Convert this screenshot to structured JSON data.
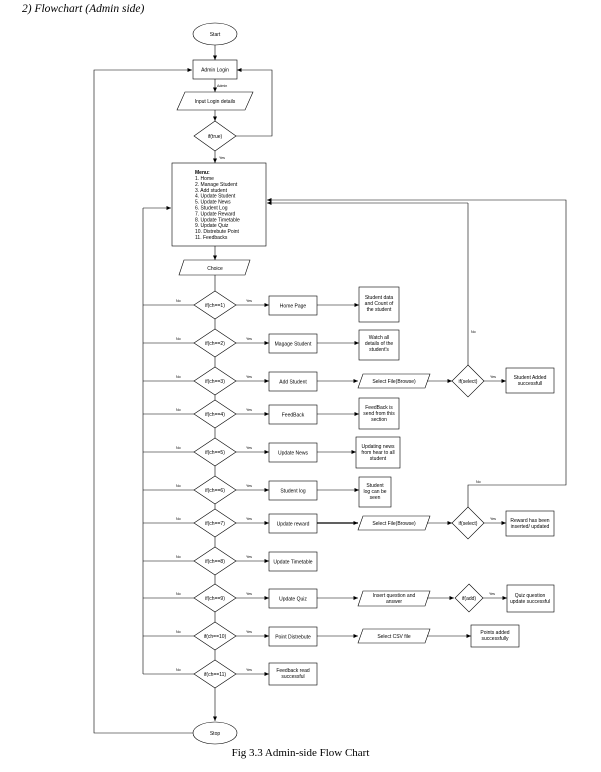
{
  "heading": "2)    Flowchart (Admin side)",
  "caption": "Fig 3.3 Admin-side Flow Chart",
  "start": "Start",
  "stop": "Stop",
  "admin_login": "Admin Login",
  "admin_edge": "Admin",
  "input_login": "Input Login details",
  "if_true": "if(true)",
  "yes": "Yes",
  "no": "No",
  "menu_title": "Menu:",
  "menu_items": [
    "1. Home",
    "2. Manage Student",
    "3. Add student",
    "4. Update Student",
    "5. Update News",
    "6. Student Log",
    "7. Update Reward",
    "8. Update Timetable",
    "9. Update Quiz",
    "10. Distrebute Point",
    "11. Feedbacks"
  ],
  "choice": "Choice",
  "rows": [
    {
      "cond": "if(ch==1)",
      "action": "Home Page",
      "result": [
        "Student data",
        "and Count of",
        "the student"
      ]
    },
    {
      "cond": "if(ch==2)",
      "action": "Magage Student",
      "result": [
        "Watch all",
        "details of the",
        "student's"
      ]
    },
    {
      "cond": "if(ch==3)",
      "action": "Add Student",
      "io": "Select File(Browse)",
      "check": "if(select)",
      "result": [
        "Student Added",
        "successfull"
      ]
    },
    {
      "cond": "if(ch==4)",
      "action": "FeedBack",
      "result": [
        "FeedBack is",
        "send from this",
        "section"
      ]
    },
    {
      "cond": "if(ch==5)",
      "action": "Update News",
      "result": [
        "Updating news",
        "from hear to all",
        "student"
      ]
    },
    {
      "cond": "if(ch==6)",
      "action": "Student log",
      "result": [
        "Student",
        "log can be",
        "seen"
      ]
    },
    {
      "cond": "if(ch==7)",
      "action": "Update reward",
      "io": "Select File(Browse)",
      "check": "if(select)",
      "result": [
        "Reward has been",
        "inserted/ updated"
      ]
    },
    {
      "cond": "if(ch==8)",
      "action": "Update Timetable"
    },
    {
      "cond": "if(ch==9)",
      "action": "Update Quiz",
      "io": [
        "Insert question and",
        "answer"
      ],
      "check": "if(add)",
      "result": [
        "Quiz question",
        "update successful"
      ]
    },
    {
      "cond": "if(ch==10)",
      "action": "Point Distrebute",
      "io": "Select CSV file",
      "result": [
        "Points added",
        "successfully"
      ]
    },
    {
      "cond": "if(ch==11)",
      "action": [
        "Feedback read",
        "successful"
      ]
    }
  ]
}
